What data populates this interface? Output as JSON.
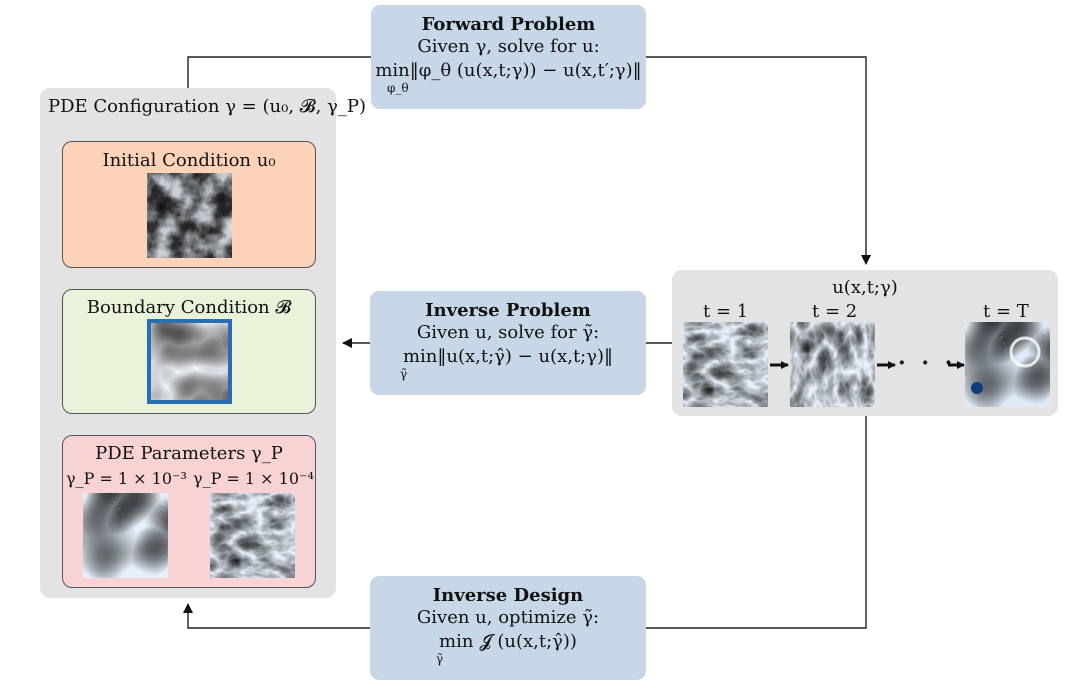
{
  "config": {
    "title": "PDE Configuration γ = (u₀, 𝓑, γ_P)"
  },
  "initial_condition": {
    "label": "Initial Condition u₀"
  },
  "boundary_condition": {
    "label": "Boundary Condition 𝓑"
  },
  "pde_parameters": {
    "label": "PDE Parameters γ_P",
    "low": "γ_P = 1 × 10⁻³",
    "high": "γ_P = 1 × 10⁻⁴"
  },
  "forward": {
    "title": "Forward Problem",
    "line": "Given γ, solve for u:",
    "equation": "min‖φ_θ (u(x,t;γ)) − u(x,t′;γ)‖",
    "subscript": "φ_θ"
  },
  "inverse": {
    "title": "Inverse Problem",
    "line": "Given u, solve for γ̃:",
    "equation": "min‖u(x,t;γ̂) − u(x,t;γ)‖",
    "subscript": "γ̃"
  },
  "design": {
    "title": "Inverse Design",
    "line": "Given u, optimize γ̃:",
    "equation": "min 𝓙 (u(x,t;γ̂))",
    "subscript": "γ̃"
  },
  "solution": {
    "title": "u(x,t;γ)",
    "t1": "t = 1",
    "t2": "t = 2",
    "tT": "t = T",
    "ellipsis": "· · ·"
  },
  "colors": {
    "config_bg": "#e3e3e3",
    "initial_bg": "#fbd3b8",
    "boundary_bg": "#e9f3d9",
    "params_bg": "#f7d4d3",
    "problem_bg": "#c8d7e7",
    "field_dark": "#1f5fa6",
    "field_light": "#e8f2fb"
  }
}
